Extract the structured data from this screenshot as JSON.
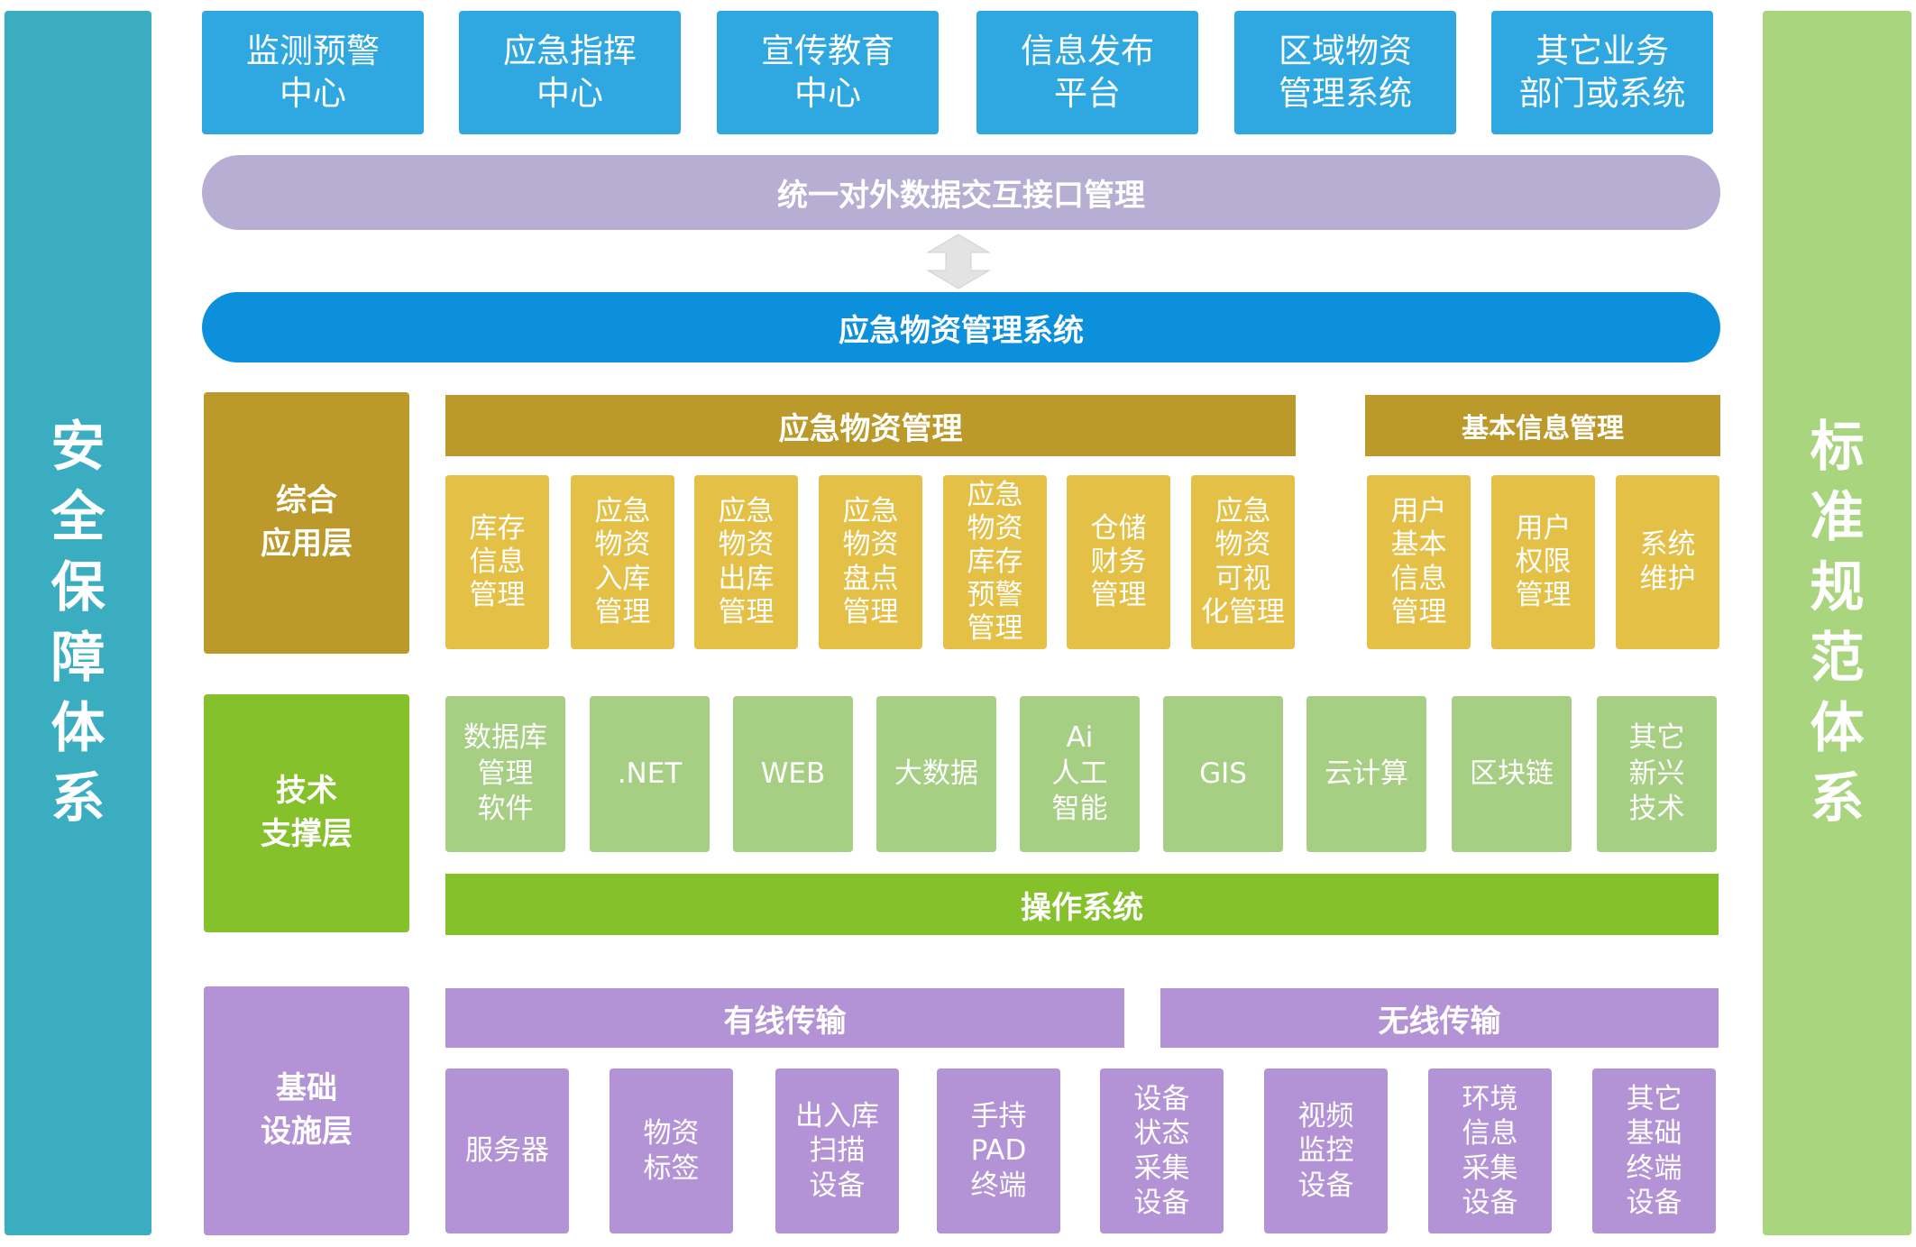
{
  "side": {
    "left": {
      "chars": [
        "安",
        "全",
        "保",
        "障",
        "体",
        "系"
      ],
      "color": "#3aaec0"
    },
    "right": {
      "chars": [
        "标",
        "准",
        "规",
        "范",
        "体",
        "系"
      ],
      "color": "#a8d57e"
    }
  },
  "top_boxes": [
    "监测预警\n中心",
    "应急指挥\n中心",
    "宣传教育\n中心",
    "信息发布\n平台",
    "区域物资\n管理系统",
    "其它业务\n部门或系统"
  ],
  "interface_bar": "统一对外数据交互接口管理",
  "main_system": "应急物资管理系统",
  "app_layer": {
    "title": "综合\n应用层",
    "group1": {
      "title": "应急物资管理",
      "items": [
        "库存\n信息\n管理",
        "应急\n物资\n入库\n管理",
        "应急\n物资\n出库\n管理",
        "应急\n物资\n盘点\n管理",
        "应急\n物资\n库存\n预警\n管理",
        "仓储\n财务\n管理",
        "应急\n物资\n可视\n化管理"
      ]
    },
    "group2": {
      "title": "基本信息管理",
      "items": [
        "用户\n基本\n信息\n管理",
        "用户\n权限\n管理",
        "系统\n维护"
      ]
    }
  },
  "tech_layer": {
    "title": "技术\n支撑层",
    "items": [
      "数据库\n管理\n软件",
      ".NET",
      "WEB",
      "大数据",
      "Ai\n人工\n智能",
      "GIS",
      "云计算",
      "区块链",
      "其它\n新兴\n技术"
    ],
    "os_bar": "操作系统"
  },
  "infra_layer": {
    "title": "基础\n设施层",
    "wired": "有线传输",
    "wireless": "无线传输",
    "items": [
      "服务器",
      "物资\n标签",
      "出入库\n扫描\n设备",
      "手持\nPAD\n终端",
      "设备\n状态\n采集\n设备",
      "视频\n监控\n设备",
      "环境\n信息\n采集\n设备",
      "其它\n基础\n终端\n设备"
    ]
  },
  "colors": {
    "top": "#2fa8e1",
    "interface": "#b7aed3",
    "main": "#0d90dc",
    "app_dark": "#bb9a2b",
    "app_light": "#e5c046",
    "tech_dark": "#85c12a",
    "tech_light": "#a6cf84",
    "infra": "#b393d6"
  }
}
